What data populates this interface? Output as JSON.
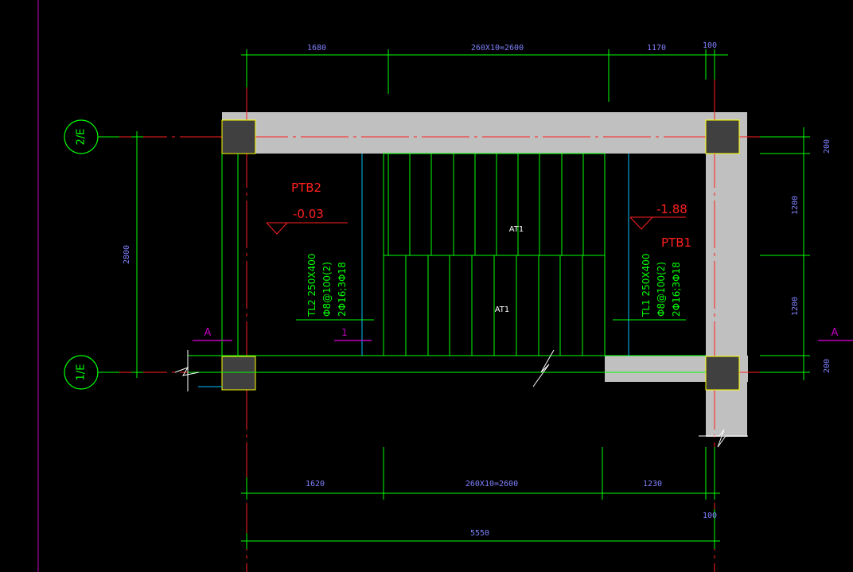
{
  "colors": {
    "background": "#000000",
    "dimension_line": "#00ff00",
    "dimension_text": "#8080ff",
    "axis_line": "#ff0000",
    "label_red": "#ff2020",
    "label_green": "#00ff00",
    "wall_fill": "#c0c0c0",
    "column_fill": "#404040",
    "column_edge": "#ffff00",
    "axis_bubble": "#00ff00",
    "section_mark": "#c000c0",
    "cyan": "#00c0ff",
    "white": "#ffffff"
  },
  "axes": {
    "axis_top": "2/E",
    "axis_bottom": "1/E"
  },
  "dimensions": {
    "top": [
      "1680",
      "260X10=2600",
      "1170",
      "100"
    ],
    "bottom": [
      "1620",
      "260X10=2600",
      "1230",
      "100"
    ],
    "overall": "5550",
    "left_vertical": "2800",
    "right_vertical": [
      "200",
      "1200",
      "1200",
      "200"
    ]
  },
  "labels": {
    "ptb2": "PTB2",
    "ptb1": "PTB1",
    "elev_left": "-0.03",
    "elev_right": "-1.88",
    "at1_upper": "AT1",
    "at1_lower": "AT1",
    "section_left": "A",
    "section_right": "A",
    "tl2_line1": "TL2  250X400",
    "tl2_line2": "Φ8@100(2)",
    "tl2_line3": "2Φ16;3Φ18",
    "tl1_line1": "TL1  250X400",
    "tl1_line2": "Φ8@100(2)",
    "tl1_line3": "2Φ16;3Φ18",
    "mark_1": "1"
  }
}
